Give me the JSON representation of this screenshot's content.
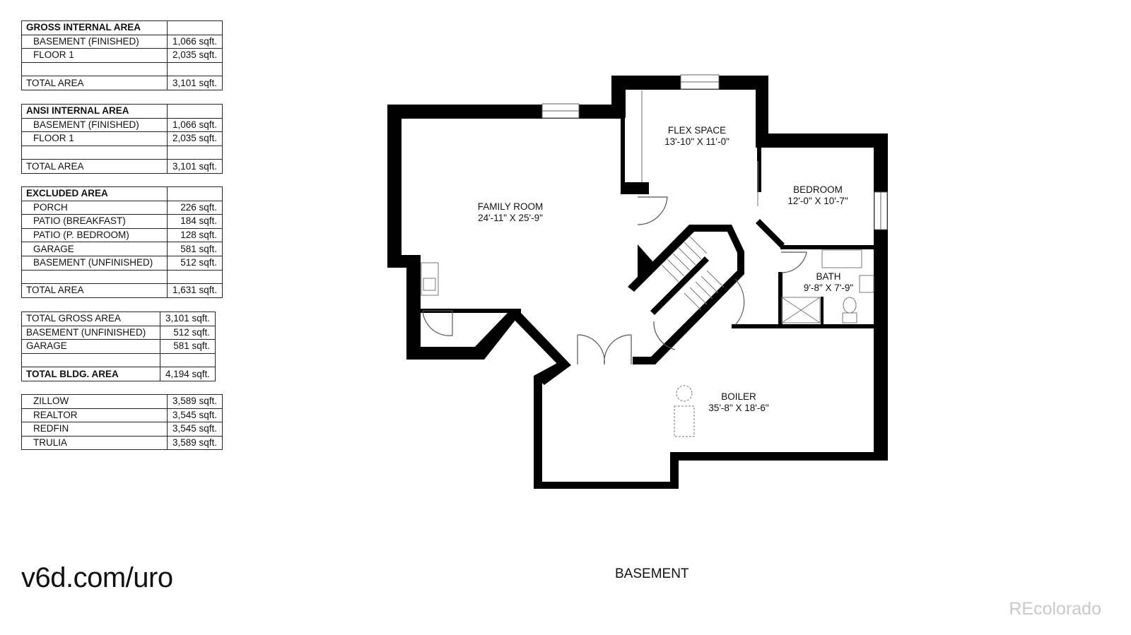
{
  "tables": {
    "gross": {
      "header": "GROSS INTERNAL AREA",
      "rows": [
        {
          "label": "BASEMENT (FINISHED)",
          "value": "1,066 sqft."
        },
        {
          "label": "FLOOR 1",
          "value": "2,035 sqft."
        }
      ],
      "total_label": "TOTAL AREA",
      "total_value": "3,101 sqft."
    },
    "ansi": {
      "header": "ANSI INTERNAL AREA",
      "rows": [
        {
          "label": "BASEMENT (FINISHED)",
          "value": "1,066 sqft."
        },
        {
          "label": "FLOOR 1",
          "value": "2,035 sqft."
        }
      ],
      "total_label": "TOTAL AREA",
      "total_value": "3,101 sqft."
    },
    "excluded": {
      "header": "EXCLUDED AREA",
      "rows": [
        {
          "label": "PORCH",
          "value": "226 sqft."
        },
        {
          "label": "PATIO (BREAKFAST)",
          "value": "184 sqft."
        },
        {
          "label": "PATIO (P. BEDROOM)",
          "value": "128 sqft."
        },
        {
          "label": "GARAGE",
          "value": "581 sqft."
        },
        {
          "label": "BASEMENT (UNFINISHED)",
          "value": "512 sqft."
        }
      ],
      "total_label": "TOTAL AREA",
      "total_value": "1,631 sqft."
    },
    "building": {
      "rows": [
        {
          "label": "TOTAL GROSS AREA",
          "value": "3,101 sqft."
        },
        {
          "label": "BASEMENT (UNFINISHED)",
          "value": "512 sqft."
        },
        {
          "label": "GARAGE",
          "value": "581 sqft."
        }
      ],
      "total_label": "TOTAL BLDG. AREA",
      "total_value": "4,194 sqft."
    },
    "listings": {
      "rows": [
        {
          "label": "ZILLOW",
          "value": "3,589 sqft."
        },
        {
          "label": "REALTOR",
          "value": "3,545 sqft."
        },
        {
          "label": "REDFIN",
          "value": "3,545 sqft."
        },
        {
          "label": "TRULIA",
          "value": "3,589 sqft."
        }
      ]
    }
  },
  "rooms": {
    "family": {
      "name": "FAMILY ROOM",
      "dims": "24'-11\" X 25'-9\""
    },
    "flex": {
      "name": "FLEX SPACE",
      "dims": "13'-10\" X 11'-0\""
    },
    "bedroom": {
      "name": "BEDROOM",
      "dims": "12'-0\" X 10'-7\""
    },
    "bath": {
      "name": "BATH",
      "dims": "9'-8\" X 7'-9\""
    },
    "boiler": {
      "name": "BOILER",
      "dims": "35'-8\" X 18'-6\""
    }
  },
  "floor_name": "BASEMENT",
  "website": "v6d.com/uro",
  "watermark": "REcolorado",
  "colors": {
    "wall": "#000000",
    "watermark": "#c9c9c9",
    "text": "#111111"
  }
}
